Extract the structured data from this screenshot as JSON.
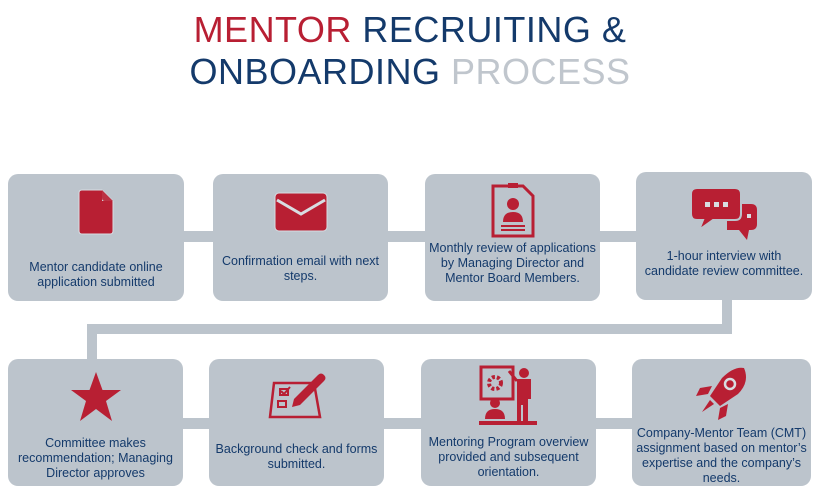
{
  "title": {
    "line1_red": "MENTOR",
    "line1_navy": "RECRUITING &",
    "line2_navy": "ONBOARDING",
    "line2_grey": "PROCESS"
  },
  "colors": {
    "accent_red": "#b81f33",
    "navy": "#143a6b",
    "box_grey": "#bcc4cc",
    "light_grey": "#c0c6cd"
  },
  "steps": [
    {
      "icon": "document-icon",
      "label": "Mentor candidate online application submitted"
    },
    {
      "icon": "envelope-icon",
      "label": "Confirmation email with next steps."
    },
    {
      "icon": "resume-clipboard-icon",
      "label": "Monthly review of applications by Managing Director and Mentor Board Members."
    },
    {
      "icon": "chat-bubbles-icon",
      "label": "1-hour interview with candidate review committee."
    },
    {
      "icon": "star-icon",
      "label": "Committee makes recommendation; Managing Director approves"
    },
    {
      "icon": "checklist-pencil-icon",
      "label": "Background check and forms submitted."
    },
    {
      "icon": "presentation-icon",
      "label": "Mentoring Program overview provided and subsequent orientation."
    },
    {
      "icon": "rocket-icon",
      "label": "Company-Mentor Team (CMT) assignment based on mentor’s expertise and the company’s needs."
    }
  ]
}
